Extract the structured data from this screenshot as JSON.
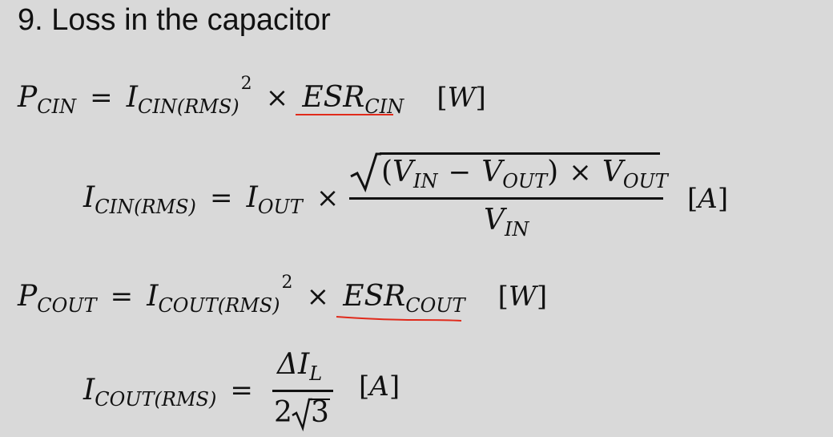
{
  "title": "9. Loss in the capacitor",
  "eq1": {
    "lhs_main": "P",
    "lhs_sub": "CIN",
    "eq": "=",
    "i_main": "I",
    "i_sub": "CIN(RMS)",
    "sup": "2",
    "times": "×",
    "esr_main": "ESR",
    "esr_sub": "CIN",
    "unit_open": "[",
    "unit": "W",
    "unit_close": "]"
  },
  "eq2": {
    "lhs_main": "I",
    "lhs_sub": "CIN(RMS)",
    "eq": "=",
    "iout_main": "I",
    "iout_sub": "OUT",
    "times": "×",
    "num_open": "(",
    "vin_main": "V",
    "vin_sub": "IN",
    "minus": "−",
    "vout_main": "V",
    "vout_sub": "OUT",
    "num_close": ")",
    "times2": "×",
    "vout2_main": "V",
    "vout2_sub": "OUT",
    "den_main": "V",
    "den_sub": "IN",
    "unit_open": "[",
    "unit": "A",
    "unit_close": "]"
  },
  "eq3": {
    "lhs_main": "P",
    "lhs_sub": "COUT",
    "eq": "=",
    "i_main": "I",
    "i_sub": "COUT(RMS)",
    "sup": "2",
    "times": "×",
    "esr_main": "ESR",
    "esr_sub": "COUT",
    "unit_open": "[",
    "unit": "W",
    "unit_close": "]"
  },
  "eq4": {
    "lhs_main": "I",
    "lhs_sub": "COUT(RMS)",
    "eq": "=",
    "num_main": "ΔI",
    "num_sub": "L",
    "den_two": "2",
    "den_three": "3",
    "unit_open": "[",
    "unit": "A",
    "unit_close": "]"
  },
  "colors": {
    "background": "#d9d9d9",
    "underline": "#e02a1b"
  }
}
